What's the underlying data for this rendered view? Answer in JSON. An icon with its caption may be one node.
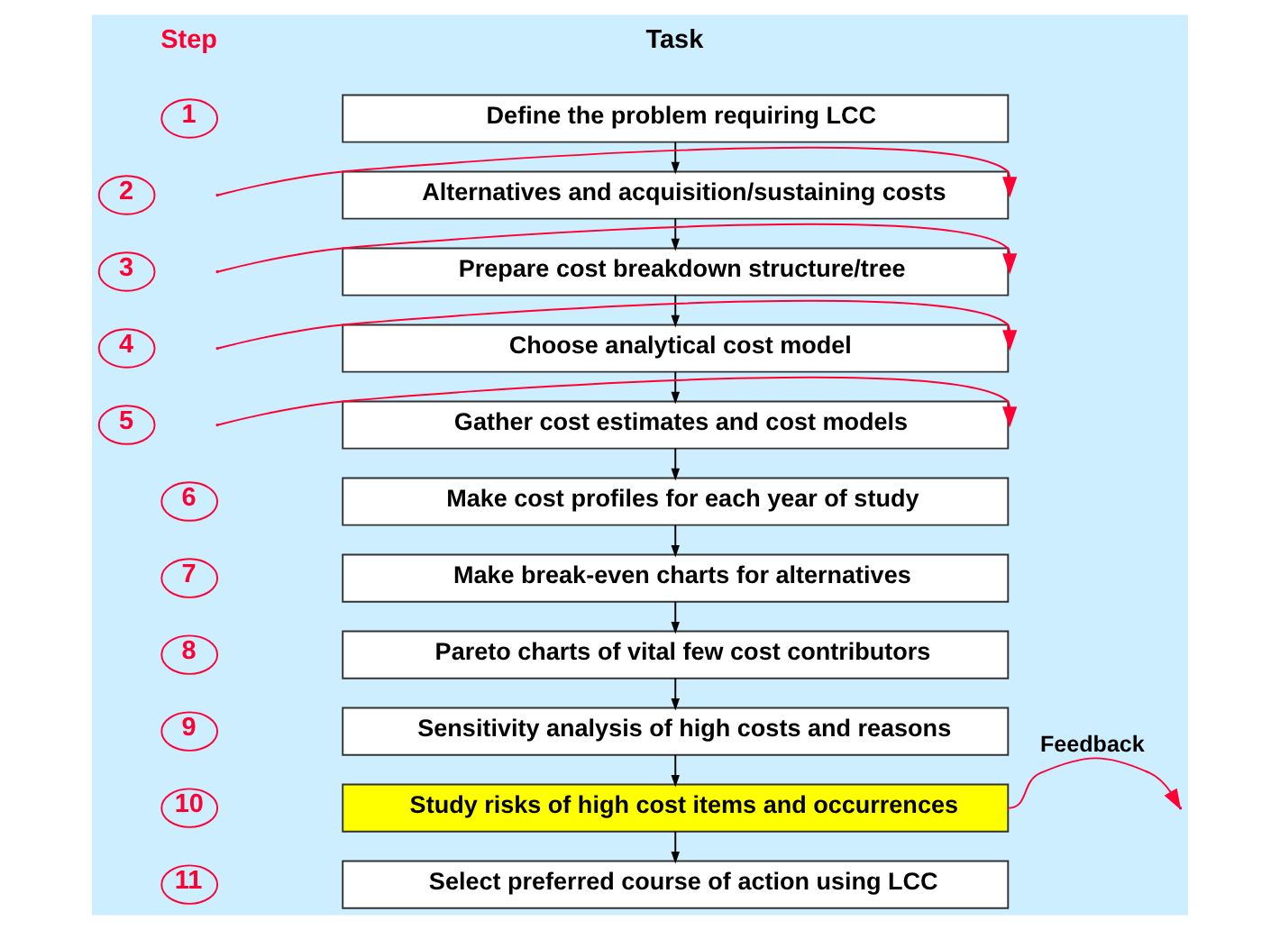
{
  "diagram": {
    "nodes": [
      {
        "text": [
          "1"
        ]
      },
      {
        "text": [
          "Define the problem requiring LCC"
        ]
      },
      {
        "text": [
          "2"
        ]
      },
      {
        "text": [
          "Alternatives and acquisition/sustaining costs"
        ]
      },
      {
        "text": [
          "3"
        ]
      },
      {
        "text": [
          "Prepare cost breakdown structure/tree"
        ]
      },
      {
        "text": [
          "4"
        ]
      },
      {
        "text": [
          "Choose analytical cost model"
        ]
      },
      {
        "text": [
          "5"
        ]
      },
      {
        "text": [
          "Gather cost estimates and cost models"
        ]
      },
      {
        "text": [
          "6"
        ]
      },
      {
        "text": [
          "Make cost profiles for each year of study"
        ]
      },
      {
        "text": [
          "7"
        ]
      },
      {
        "text": [
          "Make break-even charts for alternatives"
        ]
      },
      {
        "text": [
          "8"
        ]
      },
      {
        "text": [
          "Pareto charts of vital few cost contributors"
        ]
      },
      {
        "text": [
          "9"
        ]
      },
      {
        "text": [
          "Sensitivity analysis of high costs and reasons"
        ]
      },
      {
        "text": [
          "10"
        ]
      },
      {
        "text": [
          "Study risks of high cost items and occurrences"
        ]
      },
      {
        "text": [
          "11"
        ]
      },
      {
        "text": [
          "Select preferred course of action using LCC"
        ]
      }
    ],
    "edges": [
      {
        "from": 1,
        "to": 3,
        "arrow": "to"
      },
      {
        "from": 3,
        "to": 5,
        "arrow": "to"
      },
      {
        "from": 5,
        "to": 7,
        "arrow": "to"
      },
      {
        "from": 7,
        "to": 9,
        "arrow": "to"
      },
      {
        "from": 9,
        "to": 11,
        "arrow": "to"
      },
      {
        "from": 11,
        "to": 13,
        "arrow": "to"
      },
      {
        "from": 13,
        "to": 15,
        "arrow": "to"
      },
      {
        "from": 15,
        "to": 17,
        "arrow": "to"
      },
      {
        "from": 17,
        "to": 19,
        "arrow": "to"
      },
      {
        "from": 19,
        "to": 21,
        "arrow": "to"
      },
      {
        "from": 19,
        "to": null,
        "arrow": "to",
        "label": "Feedback",
        "color": "#ff0033"
      },
      {
        "from": null,
        "to": 3,
        "arrow": "to",
        "color": "#ff0033"
      },
      {
        "from": null,
        "to": 5,
        "arrow": "to",
        "color": "#ff0033"
      },
      {
        "from": null,
        "to": 7,
        "arrow": "to",
        "color": "#ff0033"
      },
      {
        "from": null,
        "to": 9,
        "arrow": "to",
        "color": "#ff0033"
      }
    ],
    "labels": [
      "Step",
      "Task"
    ]
  }
}
